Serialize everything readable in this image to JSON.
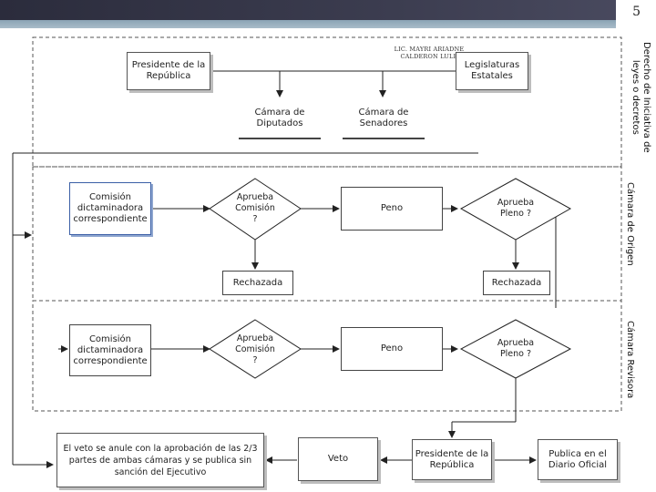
{
  "slide": {
    "page_number": "5"
  },
  "author": {
    "line1": "LIC. MAYRI ARIADNE",
    "line2": "CALDERON LULE"
  },
  "lanes": [
    {
      "title_lines": [
        "Derecho de Iniciativa de",
        "leyes o decretos"
      ]
    },
    {
      "title_lines": [
        "Cámara de Origen"
      ]
    },
    {
      "title_lines": [
        "Cámara Revisora"
      ]
    }
  ],
  "boxes": {
    "presidente_top": [
      "Presidente de la",
      "República"
    ],
    "legislaturas": [
      "Legislaturas",
      "Estatales"
    ],
    "diputados": [
      "Cámara de",
      "Diputados"
    ],
    "senadores": [
      "Cámara de",
      "Senadores"
    ],
    "comision_origen": [
      "Comisión",
      "dictaminadora",
      "correspondiente"
    ],
    "aprueba_comision_origen": [
      "Aprueba",
      "Comisión",
      "?"
    ],
    "pleno_origen": [
      "Peno"
    ],
    "aprueba_pleno_origen": [
      "Aprueba",
      "Pleno ?"
    ],
    "rechazada_1": [
      "Rechazada"
    ],
    "rechazada_2": [
      "Rechazada"
    ],
    "comision_revisora": [
      "Comisión",
      "dictaminadora",
      "correspondiente"
    ],
    "aprueba_comision_revisora": [
      "Aprueba",
      "Comisión",
      "?"
    ],
    "pleno_revisora": [
      "Peno"
    ],
    "aprueba_pleno_revisora": [
      "Aprueba",
      "Pleno ?"
    ],
    "veto_nota": [
      "El veto se anule con la aprobación de las 2/3",
      "partes de ambas cámaras y se publica sin",
      "sanción del Ejecutivo"
    ],
    "veto": [
      "Veto"
    ],
    "presidente_bottom": [
      "Presidente de la",
      "República"
    ],
    "publica": [
      "Publica en el",
      "Diario Oficial"
    ]
  },
  "colors": {
    "line": "#222222",
    "dash": "#555555",
    "blue_border": "#3b5fa6",
    "header_dark": "#2b2c3c",
    "header_stripe": "#a9bcc9"
  }
}
